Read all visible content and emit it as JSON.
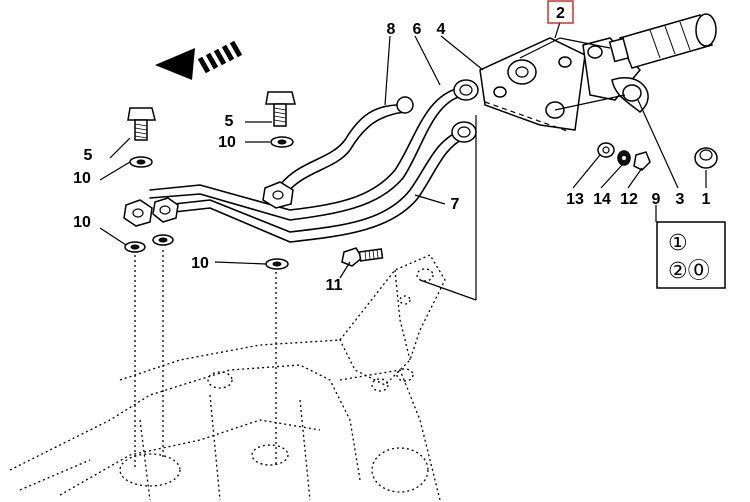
{
  "assembly_number": "2",
  "callouts": {
    "c1": "1",
    "c3": "3",
    "c4": "4",
    "c5a": "5",
    "c5b": "5",
    "c6": "6",
    "c7": "7",
    "c8": "8",
    "c9": "9",
    "c10a": "10",
    "c10b": "10",
    "c10c": "10",
    "c10d": "10",
    "c11": "11",
    "c12": "12",
    "c13": "13",
    "c14": "14"
  },
  "legend": {
    "row1": "①",
    "row2": "②⓪"
  },
  "colors": {
    "ink": "#000000",
    "assembly_box": "#cc3333"
  }
}
